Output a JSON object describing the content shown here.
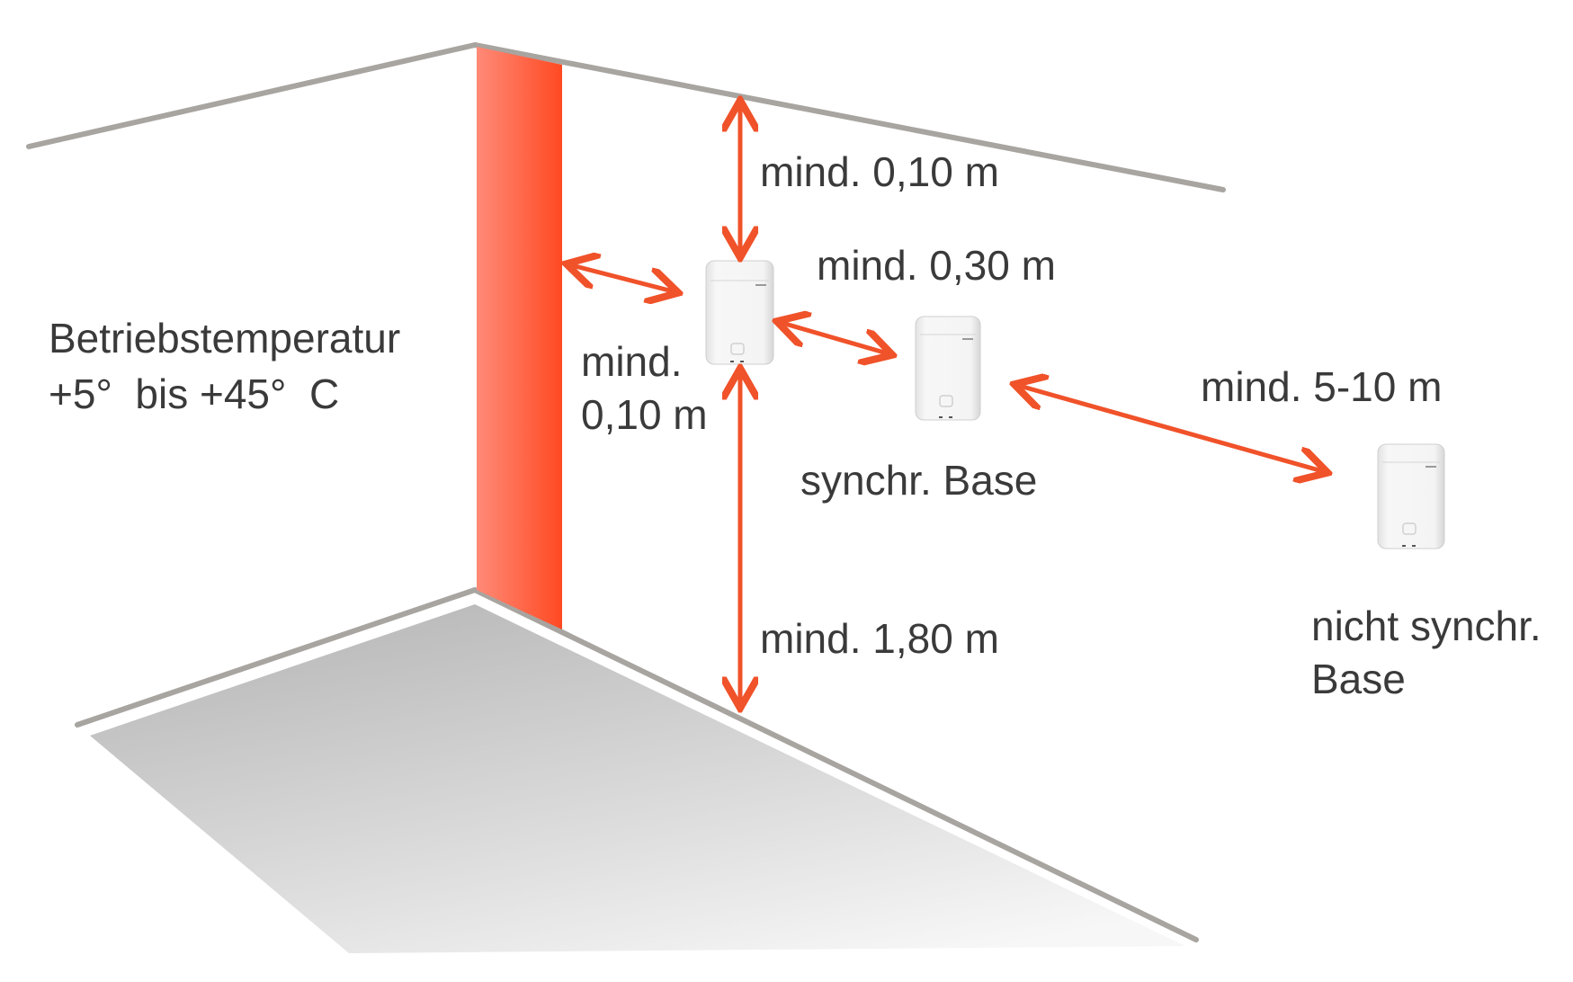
{
  "labels": {
    "temperature_line1": "Betriebstemperatur",
    "temperature_line2": "+5°  bis +45°  C",
    "dist_ceiling": "mind. 0,10 m",
    "dist_between_synch": "mind. 0,30 m",
    "dist_wall_line1": "mind.",
    "dist_wall_line2": "0,10 m",
    "synch_base": "synchr. Base",
    "dist_nonsynch": "mind. 5-10 m",
    "dist_floor": "mind. 1,80 m",
    "nonsynch_base_line1": "nicht synchr.",
    "nonsynch_base_line2": "Base"
  },
  "colors": {
    "arrow": "#f0522a",
    "pillar_light": "#ff8a78",
    "pillar_dark": "#ff4a22",
    "room_edge": "#a8a4a0",
    "floor_dark": "#bdbdbd",
    "floor_light": "#f2f2f2",
    "text": "#3a3a3a",
    "device": "#f2f2f2"
  }
}
